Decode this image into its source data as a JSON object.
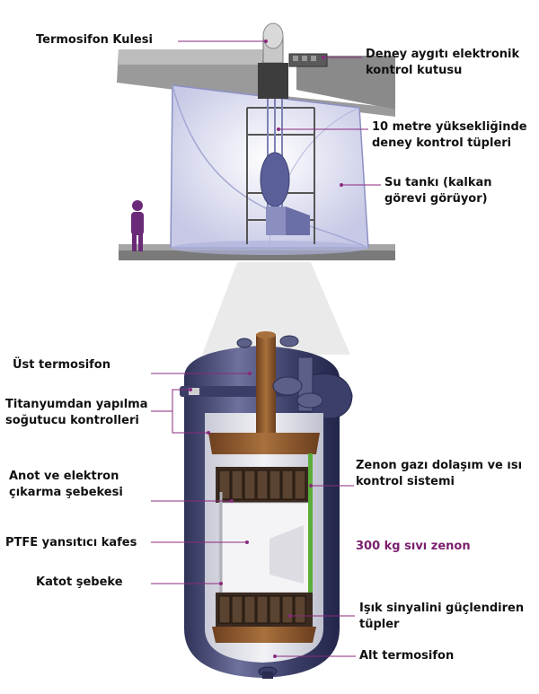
{
  "labels": {
    "termosifon_kulesi": "Termosifon Kulesi",
    "elektronik_kutu_1": "Deney aygıtı elektronik",
    "elektronik_kutu_2": "kontrol kutusu",
    "kontrol_tupleri_1": "10 metre yüksekliğinde",
    "kontrol_tupleri_2": "deney kontrol tüpleri",
    "su_tanki_1": "Su tankı (kalkan",
    "su_tanki_2": "görevi görüyor)",
    "ust_termosifon": "Üst termosifon",
    "titanyum_1": "Titanyumdan yapılma",
    "titanyum_2": "soğutucu kontrolleri",
    "anot_1": "Anot ve elektron",
    "anot_2": "çıkarma şebekesi",
    "ptfe": "PTFE yansıtıcı kafes",
    "katot": "Katot şebeke",
    "zenon_gaz_1": "Zenon gazı dolaşım ve ısı",
    "zenon_gaz_2": "kontrol sistemi",
    "sivi_zenon": "300 kg sıvı zenon",
    "isik_1": "Işık sinyalini güçlendiren",
    "isik_2": "tüpler",
    "alt_termosifon": "Alt termosifon"
  },
  "colors": {
    "leader_line": "#8a2a7e",
    "highlight_text": "#7a1f6e",
    "vessel_steel": "#4a4f78",
    "copper": "#8b5a2b",
    "water_tank": "#b9bde0",
    "figure_person": "#6a2a78"
  }
}
